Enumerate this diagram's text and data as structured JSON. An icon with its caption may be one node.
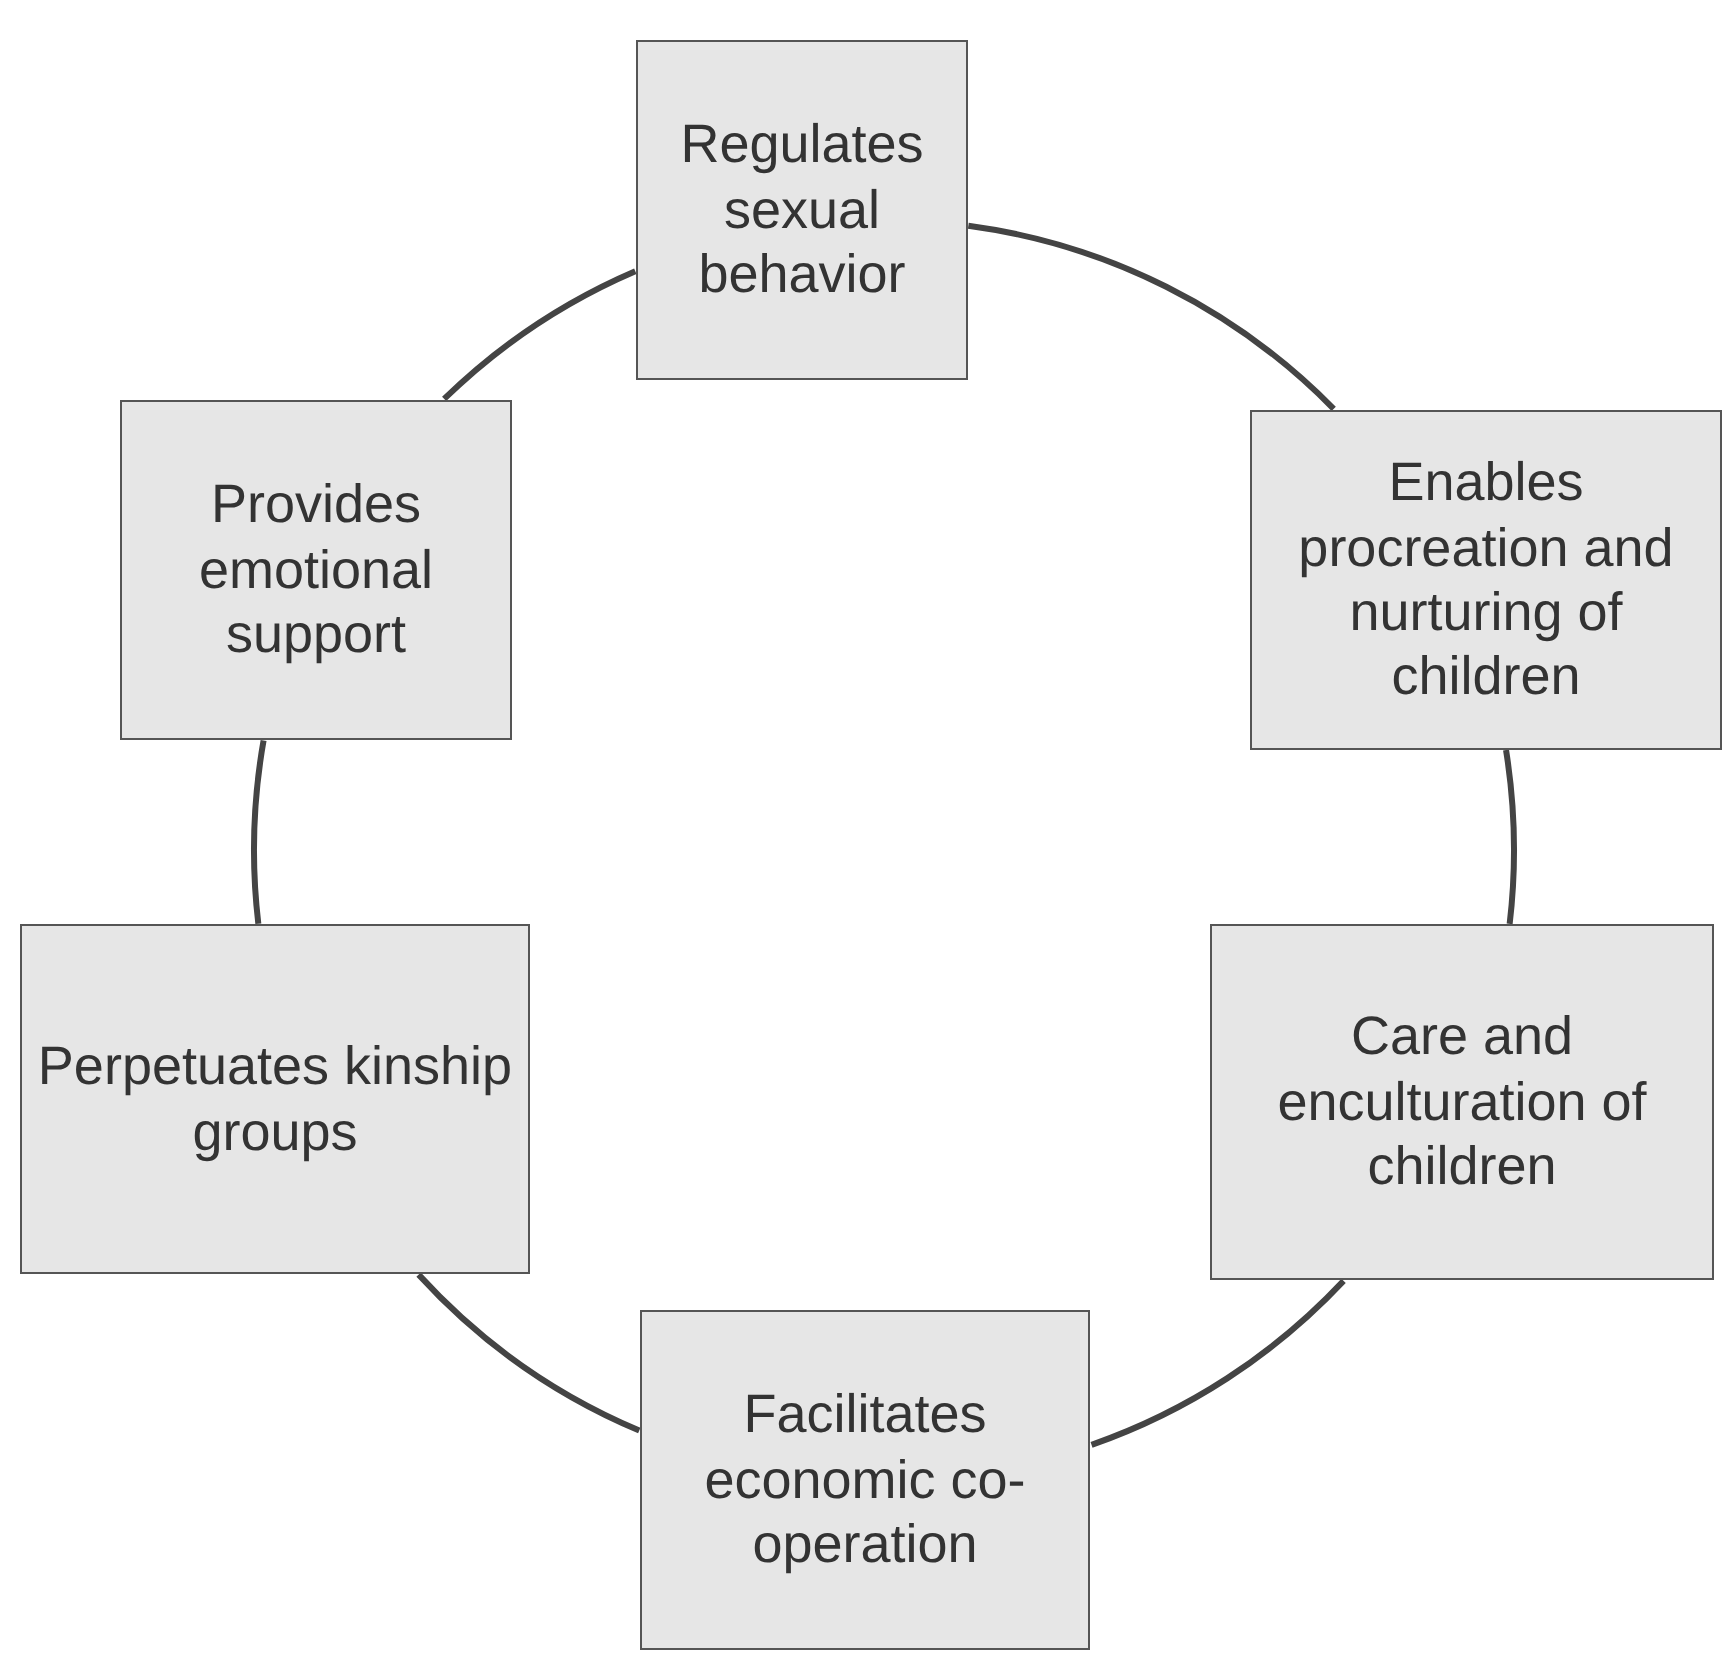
{
  "diagram": {
    "nodes": [
      {
        "text": [
          "Regulates sexual behavior"
        ]
      },
      {
        "text": [
          "Provides emotional support"
        ]
      },
      {
        "text": [
          "Enables procreation and nurturing of children"
        ]
      },
      {
        "text": [
          "Perpetuates kinship groups"
        ]
      },
      {
        "text": [
          "Care and enculturation of children"
        ]
      },
      {
        "text": [
          "Facilitates economic co-operation"
        ]
      }
    ],
    "edges": [
      {
        "from": 0,
        "to": 2,
        "arrow": "none"
      },
      {
        "from": 2,
        "to": 4,
        "arrow": "none"
      },
      {
        "from": 4,
        "to": 5,
        "arrow": "none"
      },
      {
        "from": 5,
        "to": 3,
        "arrow": "none"
      },
      {
        "from": 3,
        "to": 1,
        "arrow": "none"
      },
      {
        "from": 1,
        "to": 0,
        "arrow": "none"
      }
    ]
  }
}
